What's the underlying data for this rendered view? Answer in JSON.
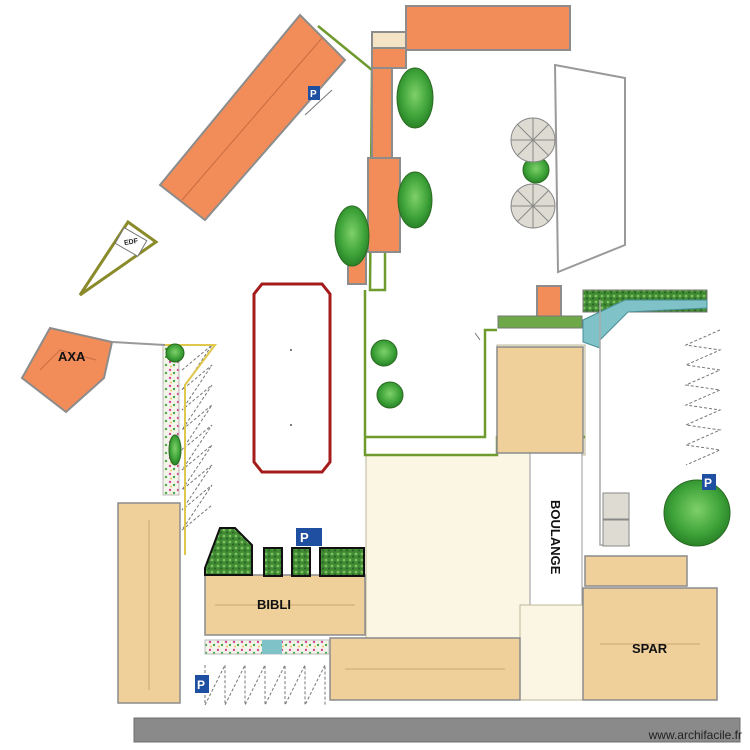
{
  "labels": {
    "axa": "AXA",
    "edf": "EDF",
    "bibli": "BIBLI",
    "boulange": "BOULANGE",
    "spar": "SPAR"
  },
  "parking_sign": "P",
  "credit": "www.archifacile.fr",
  "colors": {
    "roof_orange": "#f28d5a",
    "roof_tan": "#efcf9a",
    "ground_cream": "#fbf6e4",
    "path_green": "#6e9a2e",
    "tree_green": "#3fa43a",
    "court_red": "#a51b1b",
    "road_grey": "#8a8a8a",
    "parking_blue": "#1f4fa0"
  }
}
